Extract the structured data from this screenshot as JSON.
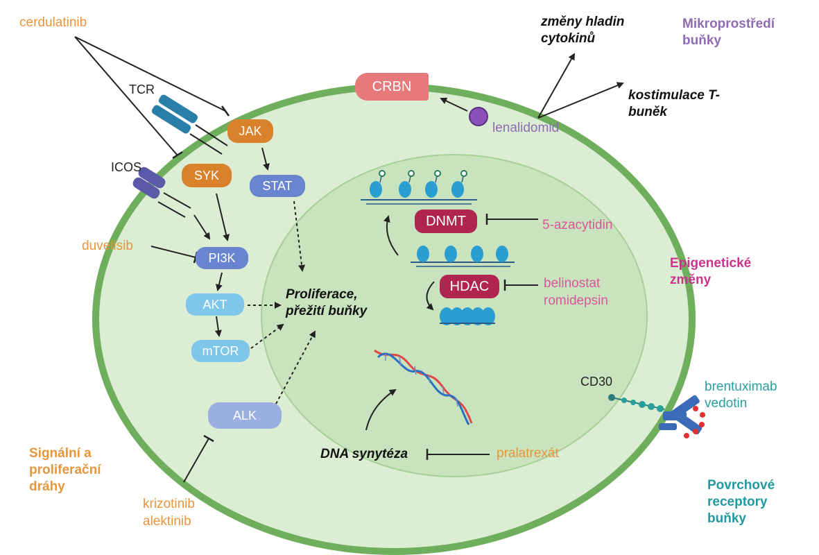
{
  "drugs": {
    "cerdulatinib": "cerdulatinib",
    "duvelisib": "duvelisib",
    "lenalidomid": "lenalidomid",
    "azacytidin": "5-azacytidin",
    "belinostat": "belinostat",
    "romidepsin": "romidepsin",
    "brentuximab_line1": "brentuximab",
    "brentuximab_line2": "vedotin",
    "pralatrexat": "pralatrexát",
    "krizotinib": "krizotinib",
    "alektinib": "alektinib"
  },
  "receptors": {
    "tcr": "TCR",
    "icos": "ICOS",
    "cd30": "CD30"
  },
  "nodes": {
    "jak": "JAK",
    "syk": "SYK",
    "stat": "STAT",
    "pi3k": "PI3K",
    "akt": "AKT",
    "mtor": "mTOR",
    "alk": "ALK",
    "crbn": "CRBN",
    "dnmt": "DNMT",
    "hdac": "HDAC"
  },
  "effects": {
    "proliferace": "Proliferace, přežití buňky",
    "dna_synteza": "DNA synytéza",
    "cytokiny": "změny hladin cytokinů",
    "kostimulace": "kostimulace T-buněk"
  },
  "categories": {
    "mikroprostredi": "Mikroprostředí buňky",
    "epigeneticke": "Epigenetické změny",
    "signalni": "Signální a proliferační dráhy",
    "povrchove": "Povrchové receptory buňky"
  },
  "colors": {
    "cell_fill": "#dbeed3",
    "cell_border": "#6fae5c",
    "nucleus_fill": "#c8e3bd",
    "drug_orange": "#e8953c",
    "drug_pink": "#d9579a",
    "drug_purple": "#8e6bb3",
    "drug_teal": "#2a9ea0"
  }
}
